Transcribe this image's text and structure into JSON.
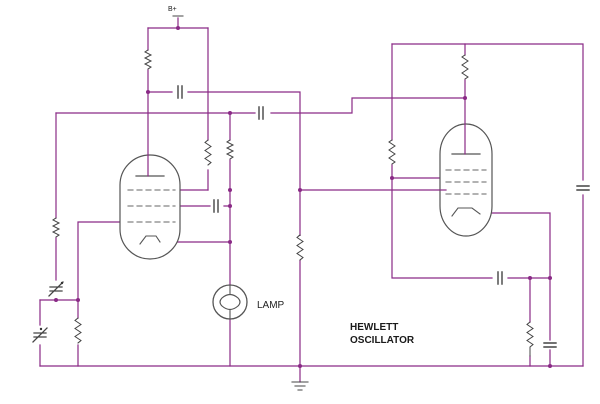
{
  "supply": {
    "label": "B+"
  },
  "lamp": {
    "label": "LAMP"
  },
  "title": {
    "line1": "HEWLETT",
    "line2": "OSCILLATOR"
  },
  "colors": {
    "wire": "#8a2a86",
    "component": "#444444",
    "tube": "#555555",
    "dashes": "#666666",
    "background": "#ffffff"
  }
}
